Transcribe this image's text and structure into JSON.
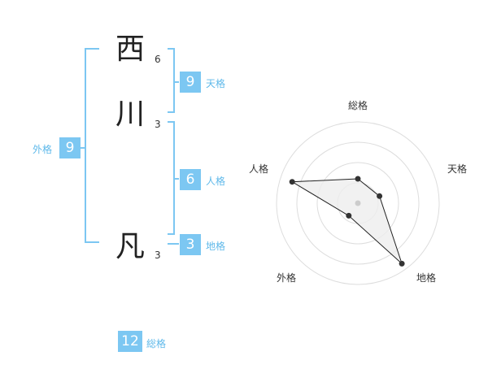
{
  "name": {
    "chars": [
      {
        "char": "西",
        "strokes": "6"
      },
      {
        "char": "川",
        "strokes": "3"
      },
      {
        "char": "凡",
        "strokes": "3"
      }
    ]
  },
  "fortune": {
    "tenkaku": {
      "value": "9",
      "label": "天格"
    },
    "jinkaku": {
      "value": "6",
      "label": "人格"
    },
    "chikaku": {
      "value": "3",
      "label": "地格"
    },
    "gaikaku": {
      "value": "9",
      "label": "外格"
    },
    "soukaku": {
      "value": "12",
      "label": "総格"
    }
  },
  "colors": {
    "accent": "#7cc7f2",
    "bracket": "#7cc7f2",
    "label": "#5fb9ea",
    "radar_fill": "#eeeeee",
    "radar_stroke": "#222222"
  },
  "chart_data": {
    "type": "radar",
    "axes": [
      "総格",
      "天格",
      "地格",
      "外格",
      "人格"
    ],
    "values": [
      12,
      9,
      3,
      9,
      6
    ],
    "normalized_levels": [
      0.3,
      0.28,
      0.92,
      0.19,
      0.85
    ],
    "rings": 4,
    "center_dot": true
  }
}
